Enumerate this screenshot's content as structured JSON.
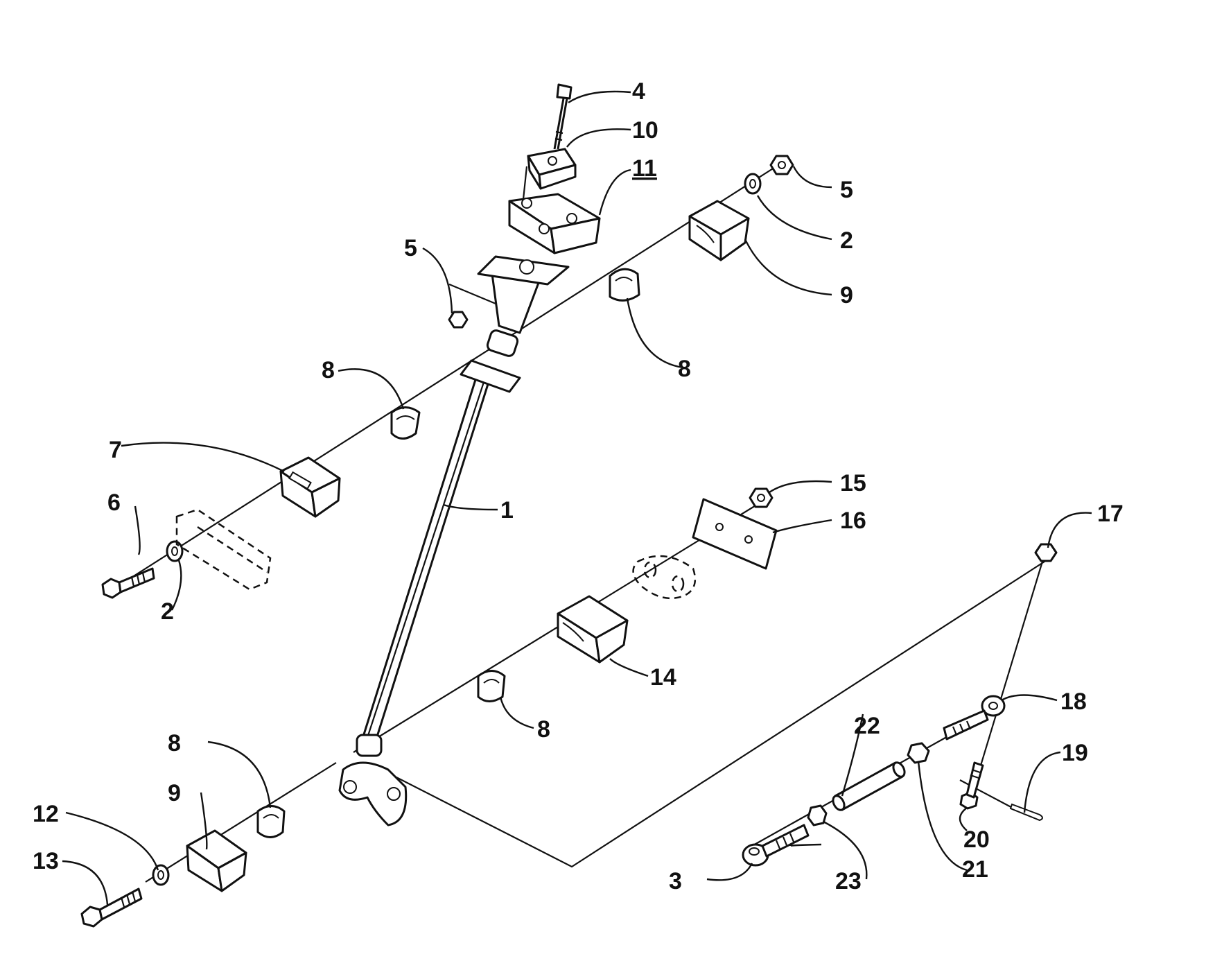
{
  "callouts": {
    "c1": "1",
    "c2a": "2",
    "c2b": "2",
    "c3": "3",
    "c4": "4",
    "c5a": "5",
    "c5b": "5",
    "c6": "6",
    "c7": "7",
    "c8a": "8",
    "c8b": "8",
    "c8c": "8",
    "c8d": "8",
    "c9a": "9",
    "c9b": "9",
    "c10": "10",
    "c11": "11",
    "c12": "12",
    "c13": "13",
    "c14": "14",
    "c15": "15",
    "c16": "16",
    "c17": "17",
    "c18": "18",
    "c19": "19",
    "c20": "20",
    "c21": "21",
    "c22": "22",
    "c23": "23"
  }
}
